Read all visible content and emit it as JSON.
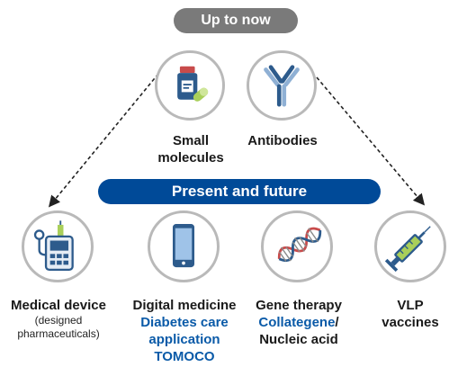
{
  "top_header": "Up to now",
  "mid_header": "Present and future",
  "top_items": [
    {
      "label": "Small",
      "label2": "molecules",
      "icon": "pill-bottle-icon"
    },
    {
      "label": "Antibodies",
      "icon": "antibody-icon"
    }
  ],
  "bottom_items": [
    {
      "title": "Medical device",
      "sub1": "(designed",
      "sub2": "pharmaceuticals)",
      "icon": "insulin-pump-icon"
    },
    {
      "title": "Digital medicine",
      "blue1": "Diabetes care",
      "blue2": "application",
      "blue3": "TOMOCO",
      "icon": "smartphone-icon"
    },
    {
      "title": "Gene therapy",
      "blue1": "Collategene",
      "slash": "/",
      "line3": "Nucleic acid",
      "icon": "dna-icon"
    },
    {
      "title": "VLP",
      "line2": "vaccines",
      "icon": "syringe-icon"
    }
  ],
  "colors": {
    "header_gray": "#7a7a7a",
    "header_blue": "#004a98",
    "circle_border": "#b9b9b9",
    "icon_blue": "#2d5b8c",
    "accent_blue": "#0a5aa8"
  }
}
